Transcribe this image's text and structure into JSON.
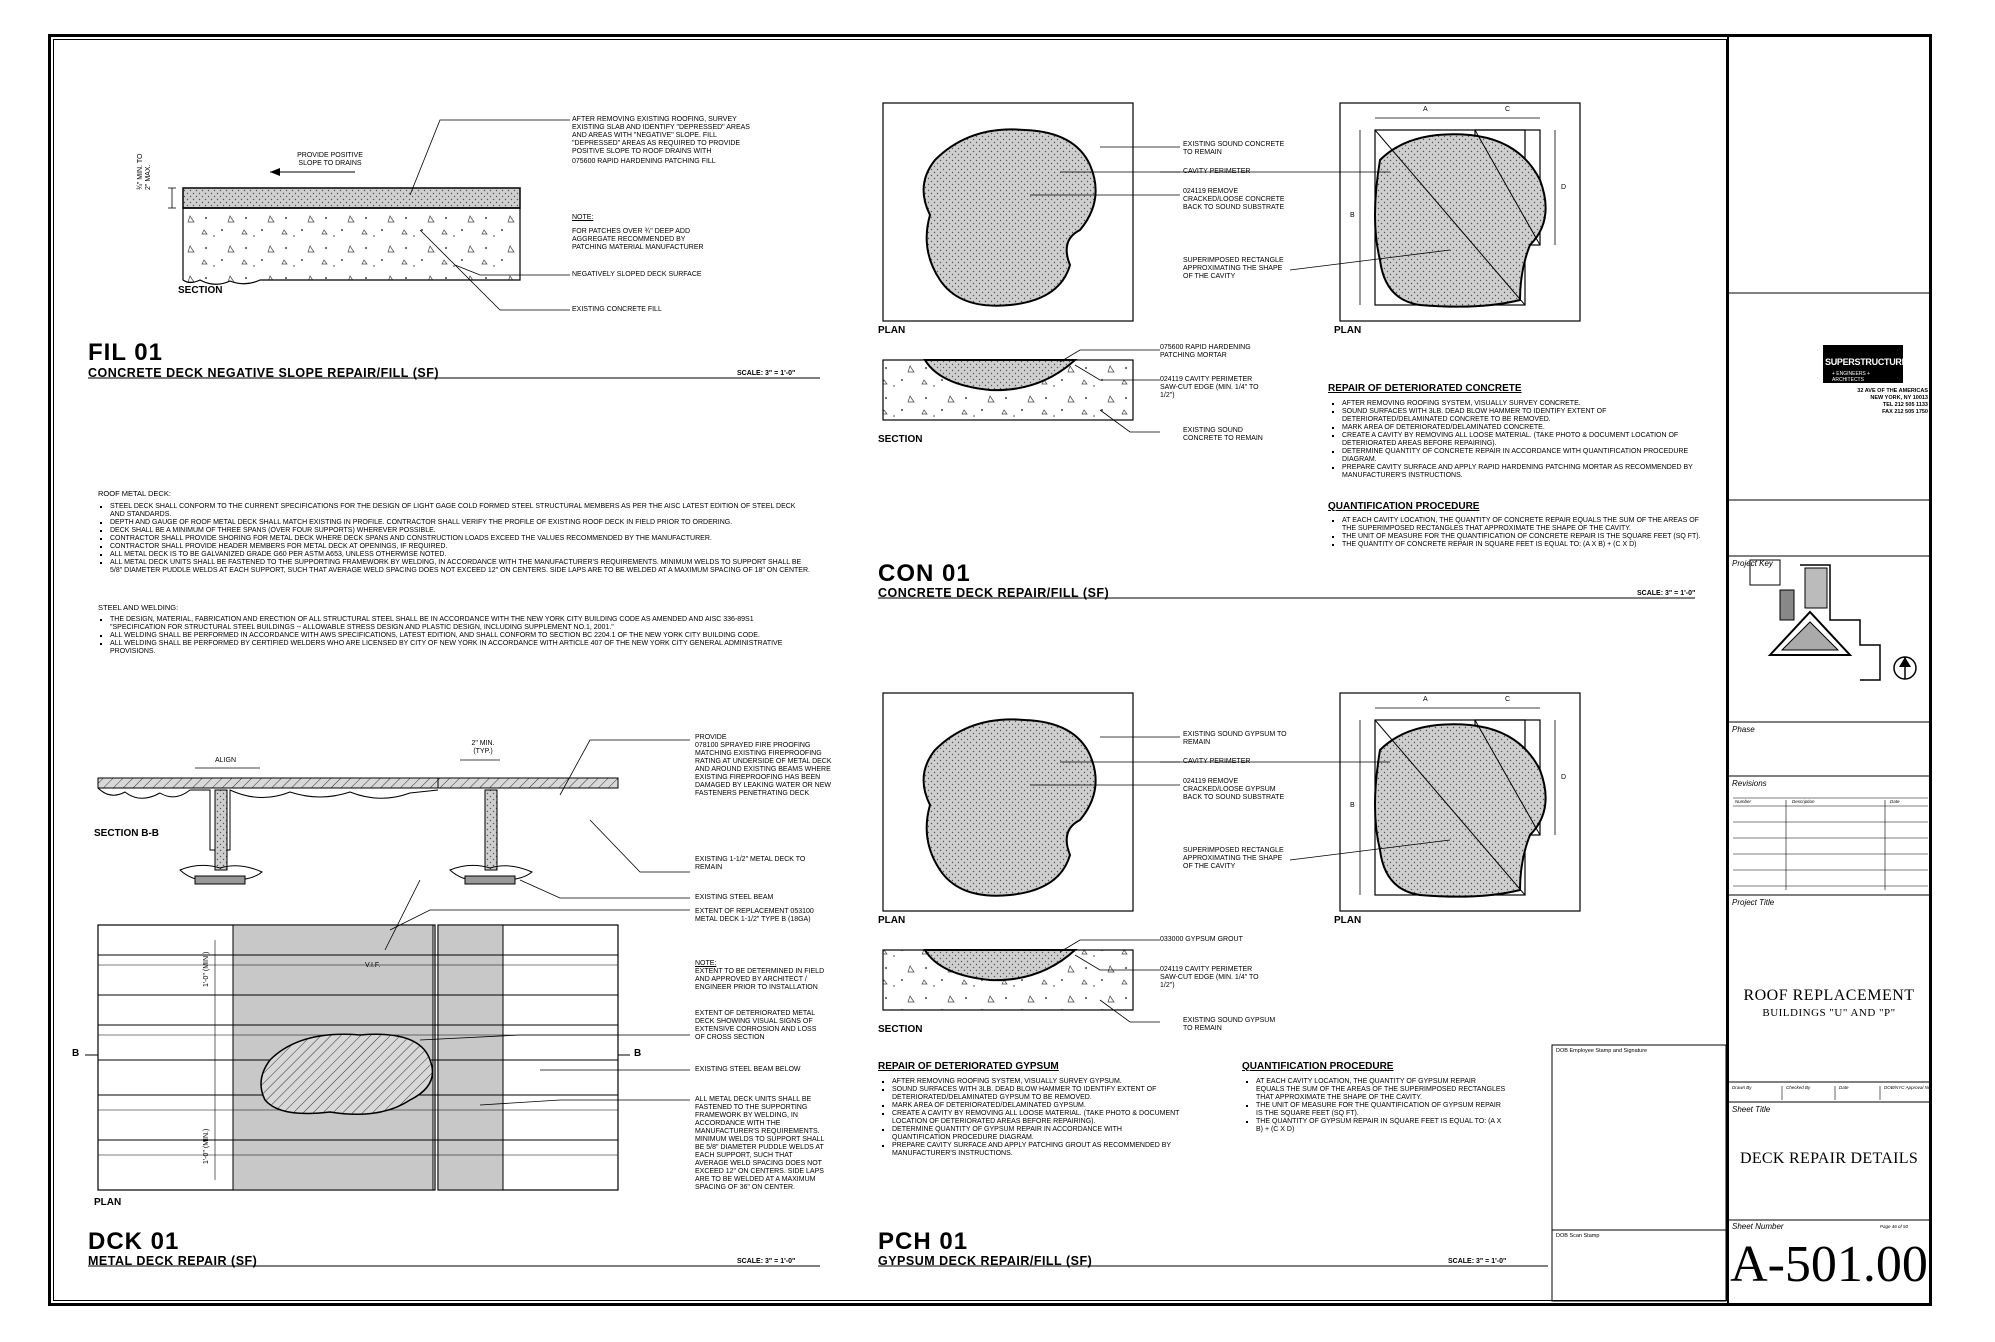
{
  "fil01": {
    "code": "FIL 01",
    "title": "CONCRETE DECK NEGATIVE SLOPE REPAIR/FILL  (SF)",
    "scale": "SCALE:  3\" = 1'-0\"",
    "section_label": "SECTION",
    "slope_note": "PROVIDE POSITIVE SLOPE TO DRAINS",
    "dim_note": "¾\" MIN. TO 2\" MAX.",
    "callout_1": "AFTER REMOVING EXISTING ROOFING, SURVEY EXISTING SLAB AND IDENTIFY \"DEPRESSED\" AREAS AND AREAS WITH \"NEGATIVE\" SLOPE. FILL \"DEPRESSED\" AREAS AS REQUIRED TO PROVIDE POSITIVE SLOPE TO ROOF DRAINS WITH",
    "callout_1_code": "075600 RAPID HARDENING PATCHING FILL",
    "note_head": "NOTE:",
    "note_text": "FOR PATCHES OVER ¾\" DEEP ADD AGGREGATE RECOMMENDED BY PATCHING MATERIAL MANUFACTURER",
    "callout_2": "NEGATIVELY SLOPED DECK SURFACE",
    "callout_3": "EXISTING CONCRETE FILL"
  },
  "notes": {
    "roof_head": "ROOF METAL DECK:",
    "roof_items": [
      "STEEL DECK SHALL CONFORM TO THE CURRENT SPECIFICATIONS FOR THE DESIGN OF LIGHT GAGE COLD FORMED STEEL STRUCTURAL MEMBERS AS PER THE AISC LATEST EDITION OF STEEL DECK AND STANDARDS.",
      "DEPTH AND GAUGE OF ROOF METAL DECK SHALL MATCH EXISTING IN PROFILE. CONTRACTOR SHALL VERIFY THE PROFILE OF EXISTING ROOF DECK IN FIELD PRIOR TO ORDERING.",
      "DECK SHALL BE A MINIMUM OF THREE SPANS (OVER FOUR SUPPORTS) WHEREVER POSSIBLE.",
      "CONTRACTOR SHALL PROVIDE SHORING FOR METAL DECK WHERE DECK SPANS AND CONSTRUCTION LOADS EXCEED THE VALUES RECOMMENDED BY THE MANUFACTURER.",
      "CONTRACTOR SHALL PROVIDE HEADER MEMBERS FOR METAL DECK AT OPENINGS, IF REQUIRED.",
      "ALL METAL DECK IS TO BE GALVANIZED GRADE G60 PER ASTM A653, UNLESS OTHERWISE NOTED.",
      "ALL METAL DECK UNITS SHALL BE FASTENED TO THE SUPPORTING FRAMEWORK BY WELDING, IN ACCORDANCE WITH THE MANUFACTURER'S REQUIREMENTS. MINIMUM WELDS TO SUPPORT SHALL BE 5/8\" DIAMETER PUDDLE WELDS AT EACH SUPPORT, SUCH THAT AVERAGE WELD SPACING DOES NOT EXCEED 12\" ON CENTERS. SIDE LAPS ARE TO BE WELDED AT A MAXIMUM SPACING OF 18\" ON CENTER."
    ],
    "steel_head": "STEEL AND WELDING:",
    "steel_items": [
      "THE DESIGN, MATERIAL, FABRICATION AND ERECTION OF ALL STRUCTURAL STEEL SHALL BE IN ACCORDANCE WITH THE NEW YORK CITY BUILDING CODE AS AMENDED AND AISC 336-89S1 \"SPECIFICATION FOR STRUCTURAL STEEL BUILDINGS -- ALLOWABLE STRESS DESIGN AND PLASTIC DESIGN, INCLUDING SUPPLEMENT NO.1, 2001.\"",
      "ALL WELDING SHALL BE PERFORMED IN ACCORDANCE WITH AWS SPECIFICATIONS, LATEST EDITION, AND SHALL CONFORM TO SECTION BC 2204.1 OF THE NEW YORK CITY BUILDING CODE.",
      "ALL WELDING SHALL BE PERFORMED BY CERTIFIED WELDERS WHO ARE LICENSED BY CITY OF NEW YORK IN ACCORDANCE WITH ARTICLE 407 OF THE NEW YORK CITY GENERAL ADMINISTRATIVE PROVISIONS."
    ]
  },
  "dck01": {
    "code": "DCK 01",
    "title": "METAL DECK REPAIR (SF)",
    "scale": "SCALE:  3\" = 1'-0\"",
    "section_label": "SECTION B-B",
    "plan_label": "PLAN",
    "align": "ALIGN",
    "min_dim": "2\" MIN. (TYP.)",
    "vif": "V.I.F.",
    "dim_1": "1'-0\" (MIN.)",
    "dim_2": "1'-0\" (MIN.)",
    "cut_b": "B",
    "callout_fire": "PROVIDE",
    "callout_fire_text": "078100 SPRAYED FIRE PROOFING MATCHING EXISTING FIREPROOFING RATING AT UNDERSIDE OF METAL DECK AND AROUND EXISTING BEAMS WHERE EXISTING FIREPROOFING HAS BEEN DAMAGED BY LEAKING WATER OR NEW FASTENERS PENETRATING DECK",
    "callout_deck": "EXISTING 1-1/2\" METAL DECK TO REMAIN",
    "callout_beam": "EXISTING STEEL BEAM",
    "callout_ext": "EXTENT OF REPLACEMENT 053100 METAL DECK 1-1/2\" TYPE B (18GA)",
    "note_head": "NOTE:",
    "note_text": "EXTENT TO BE DETERMINED IN FIELD AND APPROVED BY ARCHITECT / ENGINEER PRIOR TO INSTALLATION",
    "callout_det": "EXTENT OF DETERIORATED METAL DECK SHOWING VISUAL SIGNS OF EXTENSIVE CORROSION AND LOSS OF CROSS SECTION",
    "callout_below": "EXISTING STEEL BEAM BELOW",
    "callout_weld": "ALL METAL DECK UNITS SHALL BE FASTENED TO THE SUPPORTING FRAMEWORK BY WELDING, IN ACCORDANCE WITH THE MANUFACTURER'S REQUIREMENTS. MINIMUM WELDS TO SUPPORT SHALL BE 5/8\" DIAMETER PUDDLE WELDS AT EACH SUPPORT, SUCH THAT AVERAGE WELD SPACING DOES NOT EXCEED 12\" ON CENTERS. SIDE LAPS ARE TO BE WELDED AT A MAXIMUM SPACING OF 36\" ON CENTER."
  },
  "con01": {
    "code": "CON 01",
    "title": "CONCRETE DECK REPAIR/FILL (SF)",
    "scale": "SCALE:  3\" = 1'-0\"",
    "plan_label": "PLAN",
    "plan_label_2": "PLAN",
    "section_label": "SECTION",
    "c1": "EXISTING SOUND CONCRETE TO REMAIN",
    "c2": "CAVITY PERIMETER",
    "c3": "024119 REMOVE CRACKED/LOOSE CONCRETE BACK TO SOUND SUBSTRATE",
    "c4": "SUPERIMPOSED RECTANGLE APPROXIMATING THE SHAPE OF THE CAVITY",
    "c5": "075600  RAPID HARDENING PATCHING MORTAR",
    "c6": "024119  CAVITY PERIMETER SAW-CUT EDGE (MIN. 1/4\" TO 1/2\")",
    "c7": "EXISTING SOUND CONCRETE TO REMAIN",
    "dim_a": "A",
    "dim_b": "B",
    "dim_c": "C",
    "dim_d": "D",
    "repair_head": "REPAIR OF DETERIORATED CONCRETE",
    "repair_items": [
      "AFTER REMOVING ROOFING SYSTEM, VISUALLY SURVEY CONCRETE.",
      "SOUND SURFACES WITH 3LB. DEAD BLOW HAMMER TO IDENTIFY EXTENT OF DETERIORATED/DELAMINATED CONCRETE TO BE REMOVED.",
      "MARK AREA OF DETERIORATED/DELAMINATED CONCRETE.",
      "CREATE A CAVITY BY REMOVING ALL LOOSE MATERIAL. (TAKE PHOTO & DOCUMENT LOCATION OF DETERIORATED AREAS BEFORE REPAIRING).",
      "DETERMINE QUANTITY OF CONCRETE REPAIR IN ACCORDANCE WITH QUANTIFICATION PROCEDURE DIAGRAM.",
      "PREPARE CAVITY SURFACE AND APPLY RAPID HARDENING PATCHING MORTAR AS RECOMMENDED BY MANUFACTURER'S INSTRUCTIONS."
    ],
    "quant_head": "QUANTIFICATION PROCEDURE",
    "quant_items": [
      "AT EACH CAVITY LOCATION,  THE QUANTITY OF CONCRETE REPAIR EQUALS THE SUM OF THE AREAS OF THE SUPERIMPOSED RECTANGLES THAT APPROXIMATE THE SHAPE OF THE CAVITY.",
      "THE UNIT OF MEASURE FOR THE QUANTIFICATION OF CONCRETE REPAIR IS THE SQUARE FEET (SQ FT).",
      "THE QUANTITY OF CONCRETE REPAIR IN SQUARE FEET IS EQUAL TO:    (A X B) + (C X D)"
    ]
  },
  "pch01": {
    "code": "PCH 01",
    "title": "GYPSUM DECK REPAIR/FILL (SF)",
    "scale": "SCALE:  3\" = 1'-0\"",
    "plan_label": "PLAN",
    "plan_label_2": "PLAN",
    "section_label": "SECTION",
    "c1": "EXISTING SOUND GYPSUM TO REMAIN",
    "c2": "CAVITY PERIMETER",
    "c3": "024119 REMOVE CRACKED/LOOSE GYPSUM BACK TO SOUND SUBSTRATE",
    "c4": "SUPERIMPOSED RECTANGLE APPROXIMATING THE SHAPE OF THE CAVITY",
    "c5": "033000  GYPSUM GROUT",
    "c6": "024119  CAVITY PERIMETER SAW-CUT EDGE (MIN. 1/4\" TO 1/2\")",
    "c7": "EXISTING SOUND GYPSUM TO REMAIN",
    "dim_a": "A",
    "dim_b": "B",
    "dim_c": "C",
    "dim_d": "D",
    "repair_head": "REPAIR OF DETERIORATED GYPSUM",
    "repair_items": [
      "AFTER REMOVING ROOFING SYSTEM, VISUALLY SURVEY GYPSUM.",
      "SOUND SURFACES WITH 3LB. DEAD BLOW HAMMER TO IDENTIFY EXTENT OF DETERIORATED/DELAMINATED GYPSUM TO BE REMOVED.",
      "MARK AREA OF DETERIORATED/DELAMINATED GYPSUM.",
      "CREATE A CAVITY BY REMOVING ALL LOOSE MATERIAL. (TAKE PHOTO & DOCUMENT LOCATION OF DETERIORATED AREAS BEFORE REPAIRING).",
      "DETERMINE QUANTITY OF GYPSUM REPAIR IN ACCORDANCE WITH QUANTIFICATION PROCEDURE DIAGRAM.",
      "PREPARE CAVITY SURFACE AND APPLY PATCHING GROUT AS RECOMMENDED BY MANUFACTURER'S INSTRUCTIONS."
    ],
    "quant_head": "QUANTIFICATION PROCEDURE",
    "quant_items": [
      "AT EACH CAVITY LOCATION,  THE QUANTITY OF GYPSUM REPAIR EQUALS THE SUM OF THE AREAS OF THE SUPERIMPOSED RECTANGLES THAT APPROXIMATE THE SHAPE OF THE CAVITY.",
      "THE UNIT OF MEASURE FOR THE QUANTIFICATION OF GYPSUM REPAIR IS THE SQUARE FEET (SQ FT).",
      "THE QUANTITY OF GYPSUM REPAIR IN SQUARE FEET IS EQUAL TO:    (A X B) + (C X D)"
    ]
  },
  "stamp": {
    "sig_label": "DOB Employee Stamp and Signature",
    "seal_label": "DOB Scan Stamp"
  },
  "titleblock": {
    "logo_a": "SUPER",
    "logo_b": "STRUCTURES",
    "logo_c": "+ ENGINEERS + ARCHITECTS",
    "addr_1": "32 AVE OF THE AMERICAS",
    "addr_2": "NEW YORK, NY 10013",
    "addr_3": "TEL 212 505 1133",
    "addr_4": "FAX 212 505 1750",
    "project_key": "Project Key",
    "phase": "Phase",
    "revisions": "Revisions",
    "rev_cols": [
      "Number",
      "Description",
      "Date"
    ],
    "project_title_label": "Project Title",
    "project_title": "ROOF REPLACEMENT",
    "project_sub": "BUILDINGS \"U\" AND \"P\"",
    "drawn_by": "Drawn By",
    "checked_by": "Checked By",
    "date": "Date",
    "dob": "DOB/NYC Approval No.",
    "sheet_title_label": "Sheet Title",
    "sheet_title": "DECK REPAIR DETAILS",
    "sheet_number_label": "Sheet Number",
    "page": "Page 46 of 50",
    "sheet_number": "A-501.00"
  }
}
